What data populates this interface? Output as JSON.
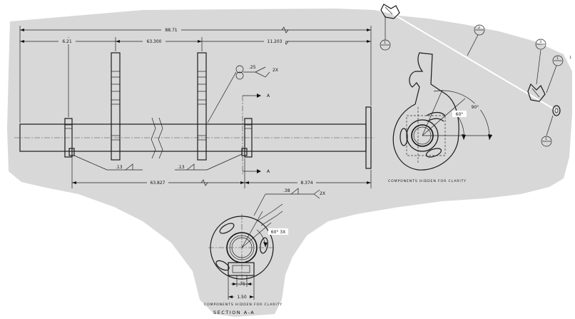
{
  "drawing": {
    "background_color": "#d8d8d8",
    "line_color": "#111111",
    "front_view": {
      "overall_length": "88.71",
      "left_offset": "6.21",
      "center_spacing": "63.300",
      "right_length": "11.203",
      "lower_left_dim": "63.827",
      "lower_right_dim": "8.374",
      "weld_left": ".13",
      "weld_right": ".13",
      "weld_top_size": ".25",
      "weld_top_tail": "2X",
      "section_label_top": "A",
      "section_label_bottom": "A"
    },
    "end_view": {
      "angle_outer": "90°",
      "angle_inner": "60°",
      "note": "COMPONENTS HIDDEN FOR CLARITY"
    },
    "isometric_view": {
      "balloons": [
        "1",
        "2",
        "3",
        "1",
        "1",
        "1"
      ]
    },
    "section_view": {
      "weld_size": ".38",
      "weld_tail": "2X",
      "angle": "60° 3X",
      "dim_small": ".75",
      "dim_width": "1.50",
      "note": "COMPONENTS HIDDEN FOR CLARITY",
      "title": "SECTION A-A"
    }
  }
}
